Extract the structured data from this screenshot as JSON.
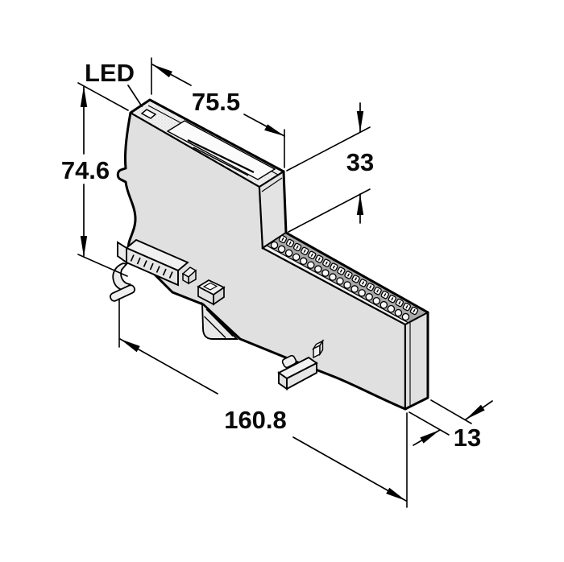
{
  "drawing": {
    "led_label": "LED",
    "dimensions": {
      "top_width": "75.5",
      "left_height": "74.6",
      "step_height": "33",
      "overall_length": "160.8",
      "depth": "13"
    },
    "terminal_count": 19,
    "colors": {
      "outline": "#000000",
      "front_face": "#e0e0e0",
      "top_face": "#f2f2f2",
      "terminal_strip": "#a9a9a9",
      "background": "#ffffff"
    }
  }
}
